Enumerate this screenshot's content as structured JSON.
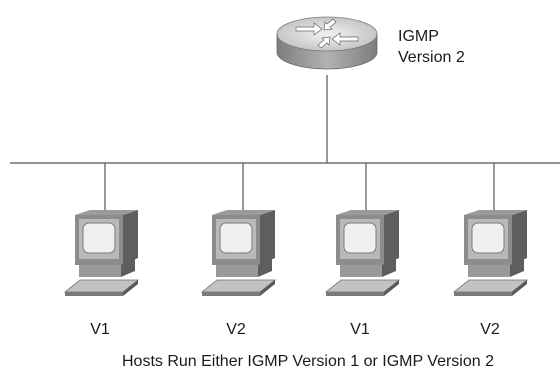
{
  "router": {
    "label_line1": "IGMP",
    "label_line2": "Version 2"
  },
  "hosts": [
    {
      "label": "V1"
    },
    {
      "label": "V2"
    },
    {
      "label": "V1"
    },
    {
      "label": "V2"
    }
  ],
  "caption": "Hosts Run Either IGMP Version 1 or IGMP Version 2",
  "colors": {
    "line": "#555555",
    "router_top": "#d8d8d8",
    "router_side": "#9a9a9a",
    "monitor_light": "#d0d0d0",
    "monitor_dark": "#6e6e6e",
    "screen": "#f0f0f0"
  }
}
